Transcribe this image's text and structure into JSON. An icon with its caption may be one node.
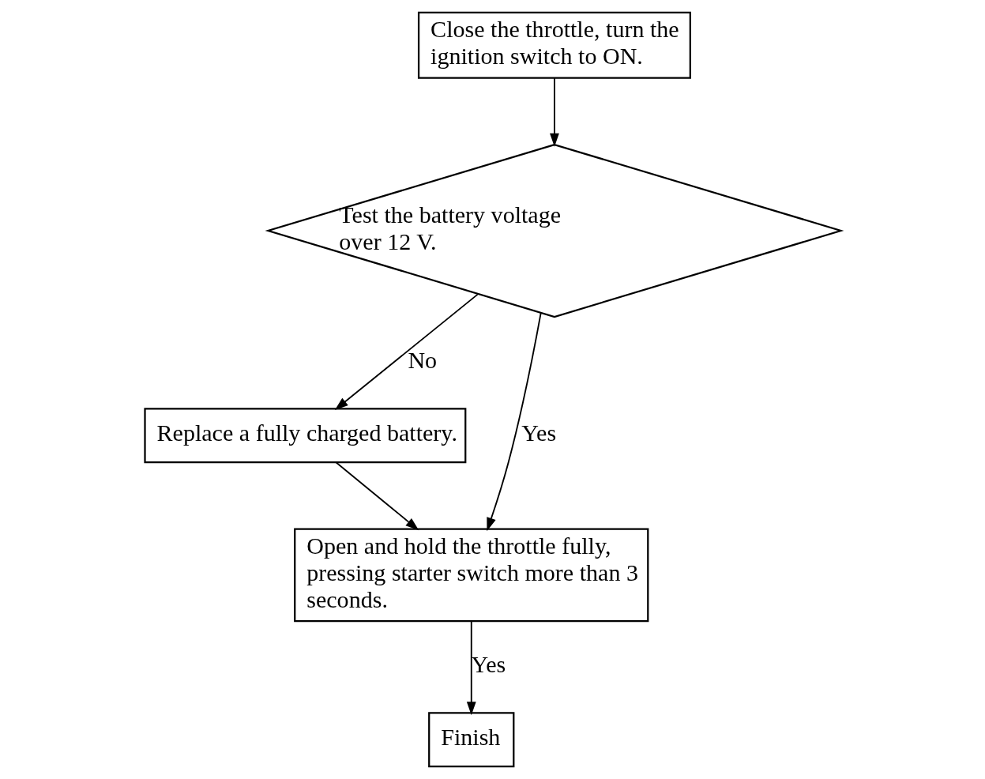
{
  "diagram": {
    "nodes": [
      {
        "text": [
          "Close the throttle, turn the ignition switch to ON."
        ]
      },
      {
        "text": [
          "Test the battery voltage over 12 V."
        ]
      },
      {
        "text": [
          "Replace a fully charged battery."
        ]
      },
      {
        "text": [
          "Open and hold the throttle fully, pressing starter switch more than 3 seconds."
        ]
      },
      {
        "text": [
          "Finish"
        ]
      }
    ],
    "edges": [
      {
        "from": 0,
        "to": 1,
        "arrow": "to"
      },
      {
        "from": 1,
        "to": 2,
        "arrow": "to",
        "label": "No"
      },
      {
        "from": 1,
        "to": 3,
        "arrow": "to",
        "label": "Yes"
      },
      {
        "from": 2,
        "to": 3,
        "arrow": "to"
      },
      {
        "from": 3,
        "to": 4,
        "arrow": "to",
        "label": "Yes"
      }
    ]
  }
}
